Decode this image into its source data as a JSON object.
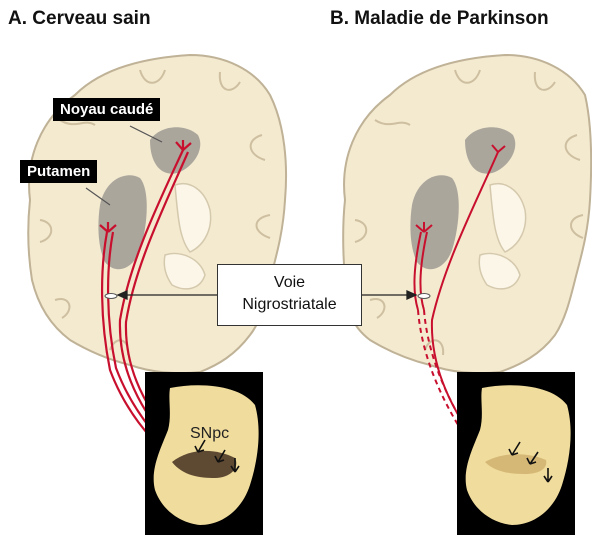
{
  "panels": {
    "a_title": "A. Cerveau sain",
    "b_title": "B. Maladie de Parkinson"
  },
  "labels": {
    "noyau_caude": "Noyau caudé",
    "putamen": "Putamen",
    "voie_line1": "Voie",
    "voie_line2": "Nigrostriatale",
    "snpc": "SNpc"
  },
  "colors": {
    "brain_fill": "#f4ead0",
    "brain_outline": "#bfb296",
    "nucleus_fill": "#9e9a93",
    "pathway_red": "#c8102e",
    "photo_background": "#000000",
    "tissue_fill": "#f0dc9c"
  }
}
